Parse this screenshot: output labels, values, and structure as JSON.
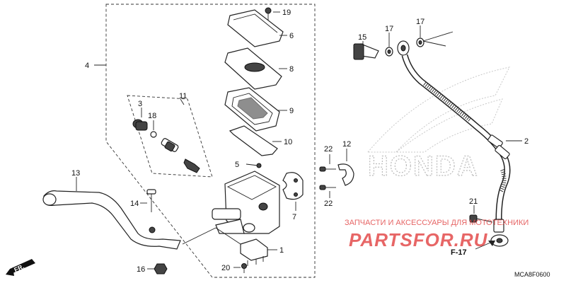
{
  "diagram": {
    "callouts": [
      "1",
      "2",
      "3",
      "4",
      "5",
      "6",
      "7",
      "8",
      "9",
      "10",
      "11",
      "12",
      "13",
      "14",
      "15",
      "16",
      "17",
      "17",
      "18",
      "19",
      "20",
      "21",
      "22",
      "22"
    ],
    "reference": "F-17",
    "direction": "FR.",
    "code": "MCA8F0600"
  },
  "watermark": {
    "brand_text": "HONDA",
    "caption": "ЗАПЧАСТИ И АКСЕССУАРЫ ДЛЯ МОТОТЕХНИКИ",
    "site": "PARTSFOR.RU"
  },
  "colors": {
    "watermark_red": "#e03333",
    "honda_wing_gray": "#bbbbbb"
  }
}
